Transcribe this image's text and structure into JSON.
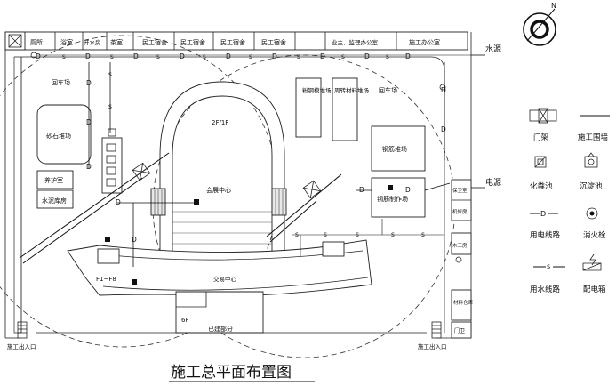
{
  "title": "施工总平面布置图",
  "compass_letter": "N",
  "top_rooms": [
    "厕所",
    "浴室",
    "开水房",
    "茶室",
    "民工宿舍",
    "民工宿舍",
    "民工宿舍",
    "民工宿舍",
    "业主、监理办公室",
    "施工办公室"
  ],
  "areas": {
    "huiche_left": "回车场",
    "huiche_right": "回车场",
    "sand_stone": "砂石堆场",
    "curing_room": "养护室",
    "cement_store": "水泥库房",
    "steel_mold": "粉钢模堆场",
    "turnover": "周转材料堆场",
    "rebar_yard": "钢筋堆场",
    "rebar_shop": "钢筋制作场",
    "floors_top": "2F/1F",
    "meeting": "会展中心",
    "exchange": "交易中心",
    "floors_left": "F1~F8",
    "sixf": "6F",
    "built": "已建部分",
    "guard_room": "保卫室",
    "tool_room": "机修房",
    "carpentry": "木工房",
    "material": "材料仓库",
    "gate": "门卫",
    "entrance_left": "施工出入口",
    "entrance_right": "施工出入口",
    "water_source": "水源",
    "power_source": "电源"
  },
  "line_marks": {
    "power": "D",
    "water": "s"
  },
  "legend": [
    {
      "label": "门架",
      "icon": "gate-frame-icon"
    },
    {
      "label": "施工围墙",
      "icon": "fence-line-icon"
    },
    {
      "label": "化粪池",
      "icon": "septic-tank-icon"
    },
    {
      "label": "沉淀池",
      "icon": "sediment-tank-icon"
    },
    {
      "label": "用电线路",
      "icon": "power-line-icon"
    },
    {
      "label": "消火栓",
      "icon": "hydrant-icon"
    },
    {
      "label": "用水线路",
      "icon": "water-line-icon"
    },
    {
      "label": "配电箱",
      "icon": "distribution-box-icon"
    }
  ],
  "legend_marks": {
    "power": "D",
    "water": "s"
  }
}
